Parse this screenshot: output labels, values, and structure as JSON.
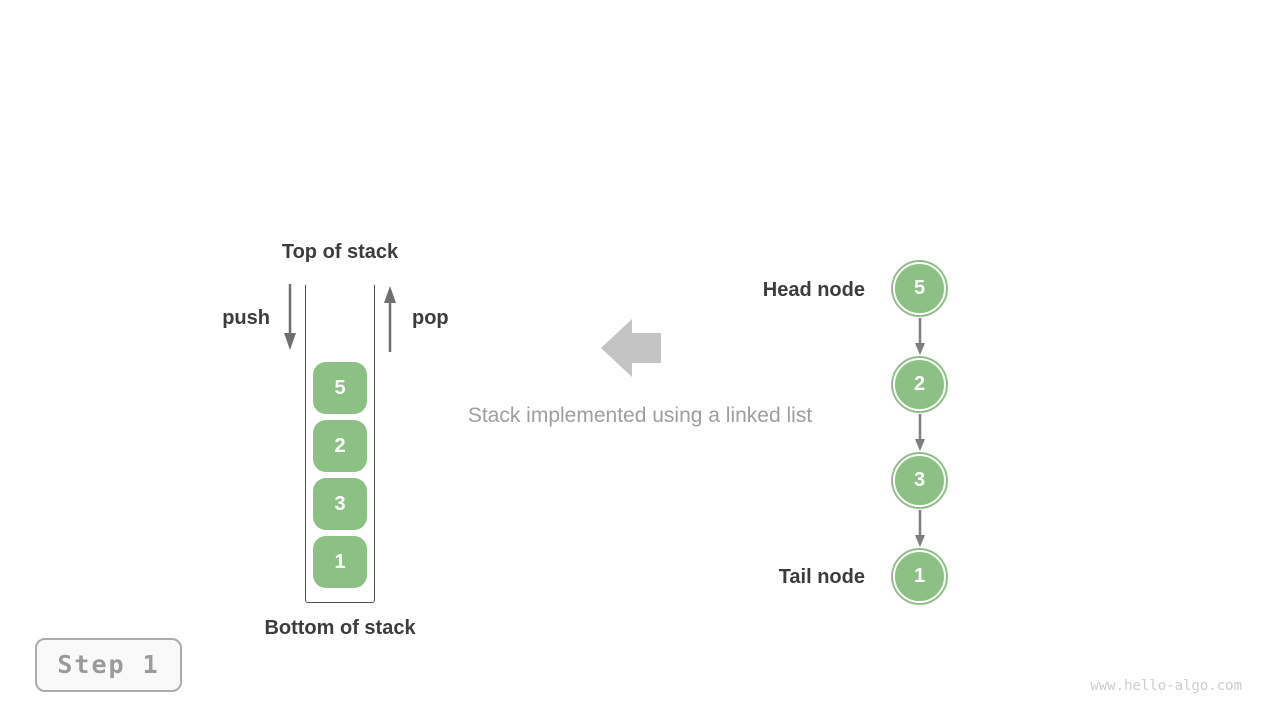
{
  "colors": {
    "green": "#8cc084",
    "dark-text": "#3c3c3c",
    "arrow-gray": "#6f6f6f",
    "link-arrow-gray": "#7d7d7d",
    "big-arrow-gray": "#c3c3c3",
    "caption-gray": "#9e9e9e",
    "container-line": "#4f4f4f",
    "badge-border": "#ababab",
    "badge-text": "#9a9a9a",
    "badge-bg": "#f9f9f9",
    "watermark-gray": "#cdcdcd"
  },
  "stack": {
    "top_label": "Top of stack",
    "bottom_label": "Bottom of stack",
    "push_label": "push",
    "pop_label": "pop",
    "items": [
      "5",
      "2",
      "3",
      "1"
    ]
  },
  "caption": "Stack implemented using a linked list",
  "linked_list": {
    "head_label": "Head node",
    "tail_label": "Tail node",
    "nodes": [
      "5",
      "2",
      "3",
      "1"
    ]
  },
  "step_badge": {
    "label": "Step 1"
  },
  "watermark": "www.hello-algo.com"
}
